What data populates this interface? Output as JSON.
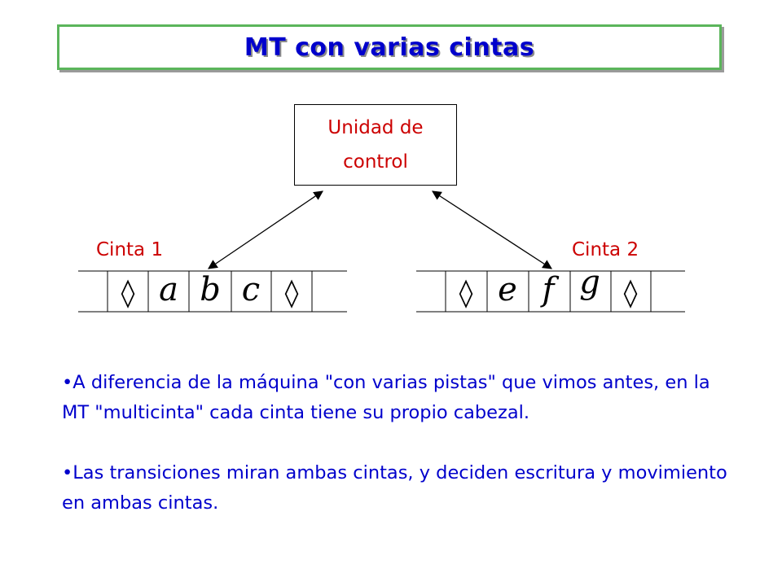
{
  "title": "MT con varias cintas",
  "control_unit": {
    "line1": "Unidad de",
    "line2": "control"
  },
  "tapes": [
    {
      "label": "Cinta 1",
      "cells": [
        "◊",
        "a",
        "b",
        "c",
        "◊"
      ]
    },
    {
      "label": "Cinta 2",
      "cells": [
        "◊",
        "e",
        "f",
        "g",
        "◊"
      ]
    }
  ],
  "bullets": [
    "•A diferencia de la máquina \"con varias pistas\" que vimos antes, en la MT \"multicinta\" cada cinta tiene su propio cabezal.",
    "•Las transiciones miran ambas cintas, y deciden escritura y movimiento en ambas cintas."
  ],
  "colors": {
    "title": "#0000cc",
    "title_border": "#5bb55b",
    "labels": "#cc0000",
    "body_text": "#0000cc"
  }
}
